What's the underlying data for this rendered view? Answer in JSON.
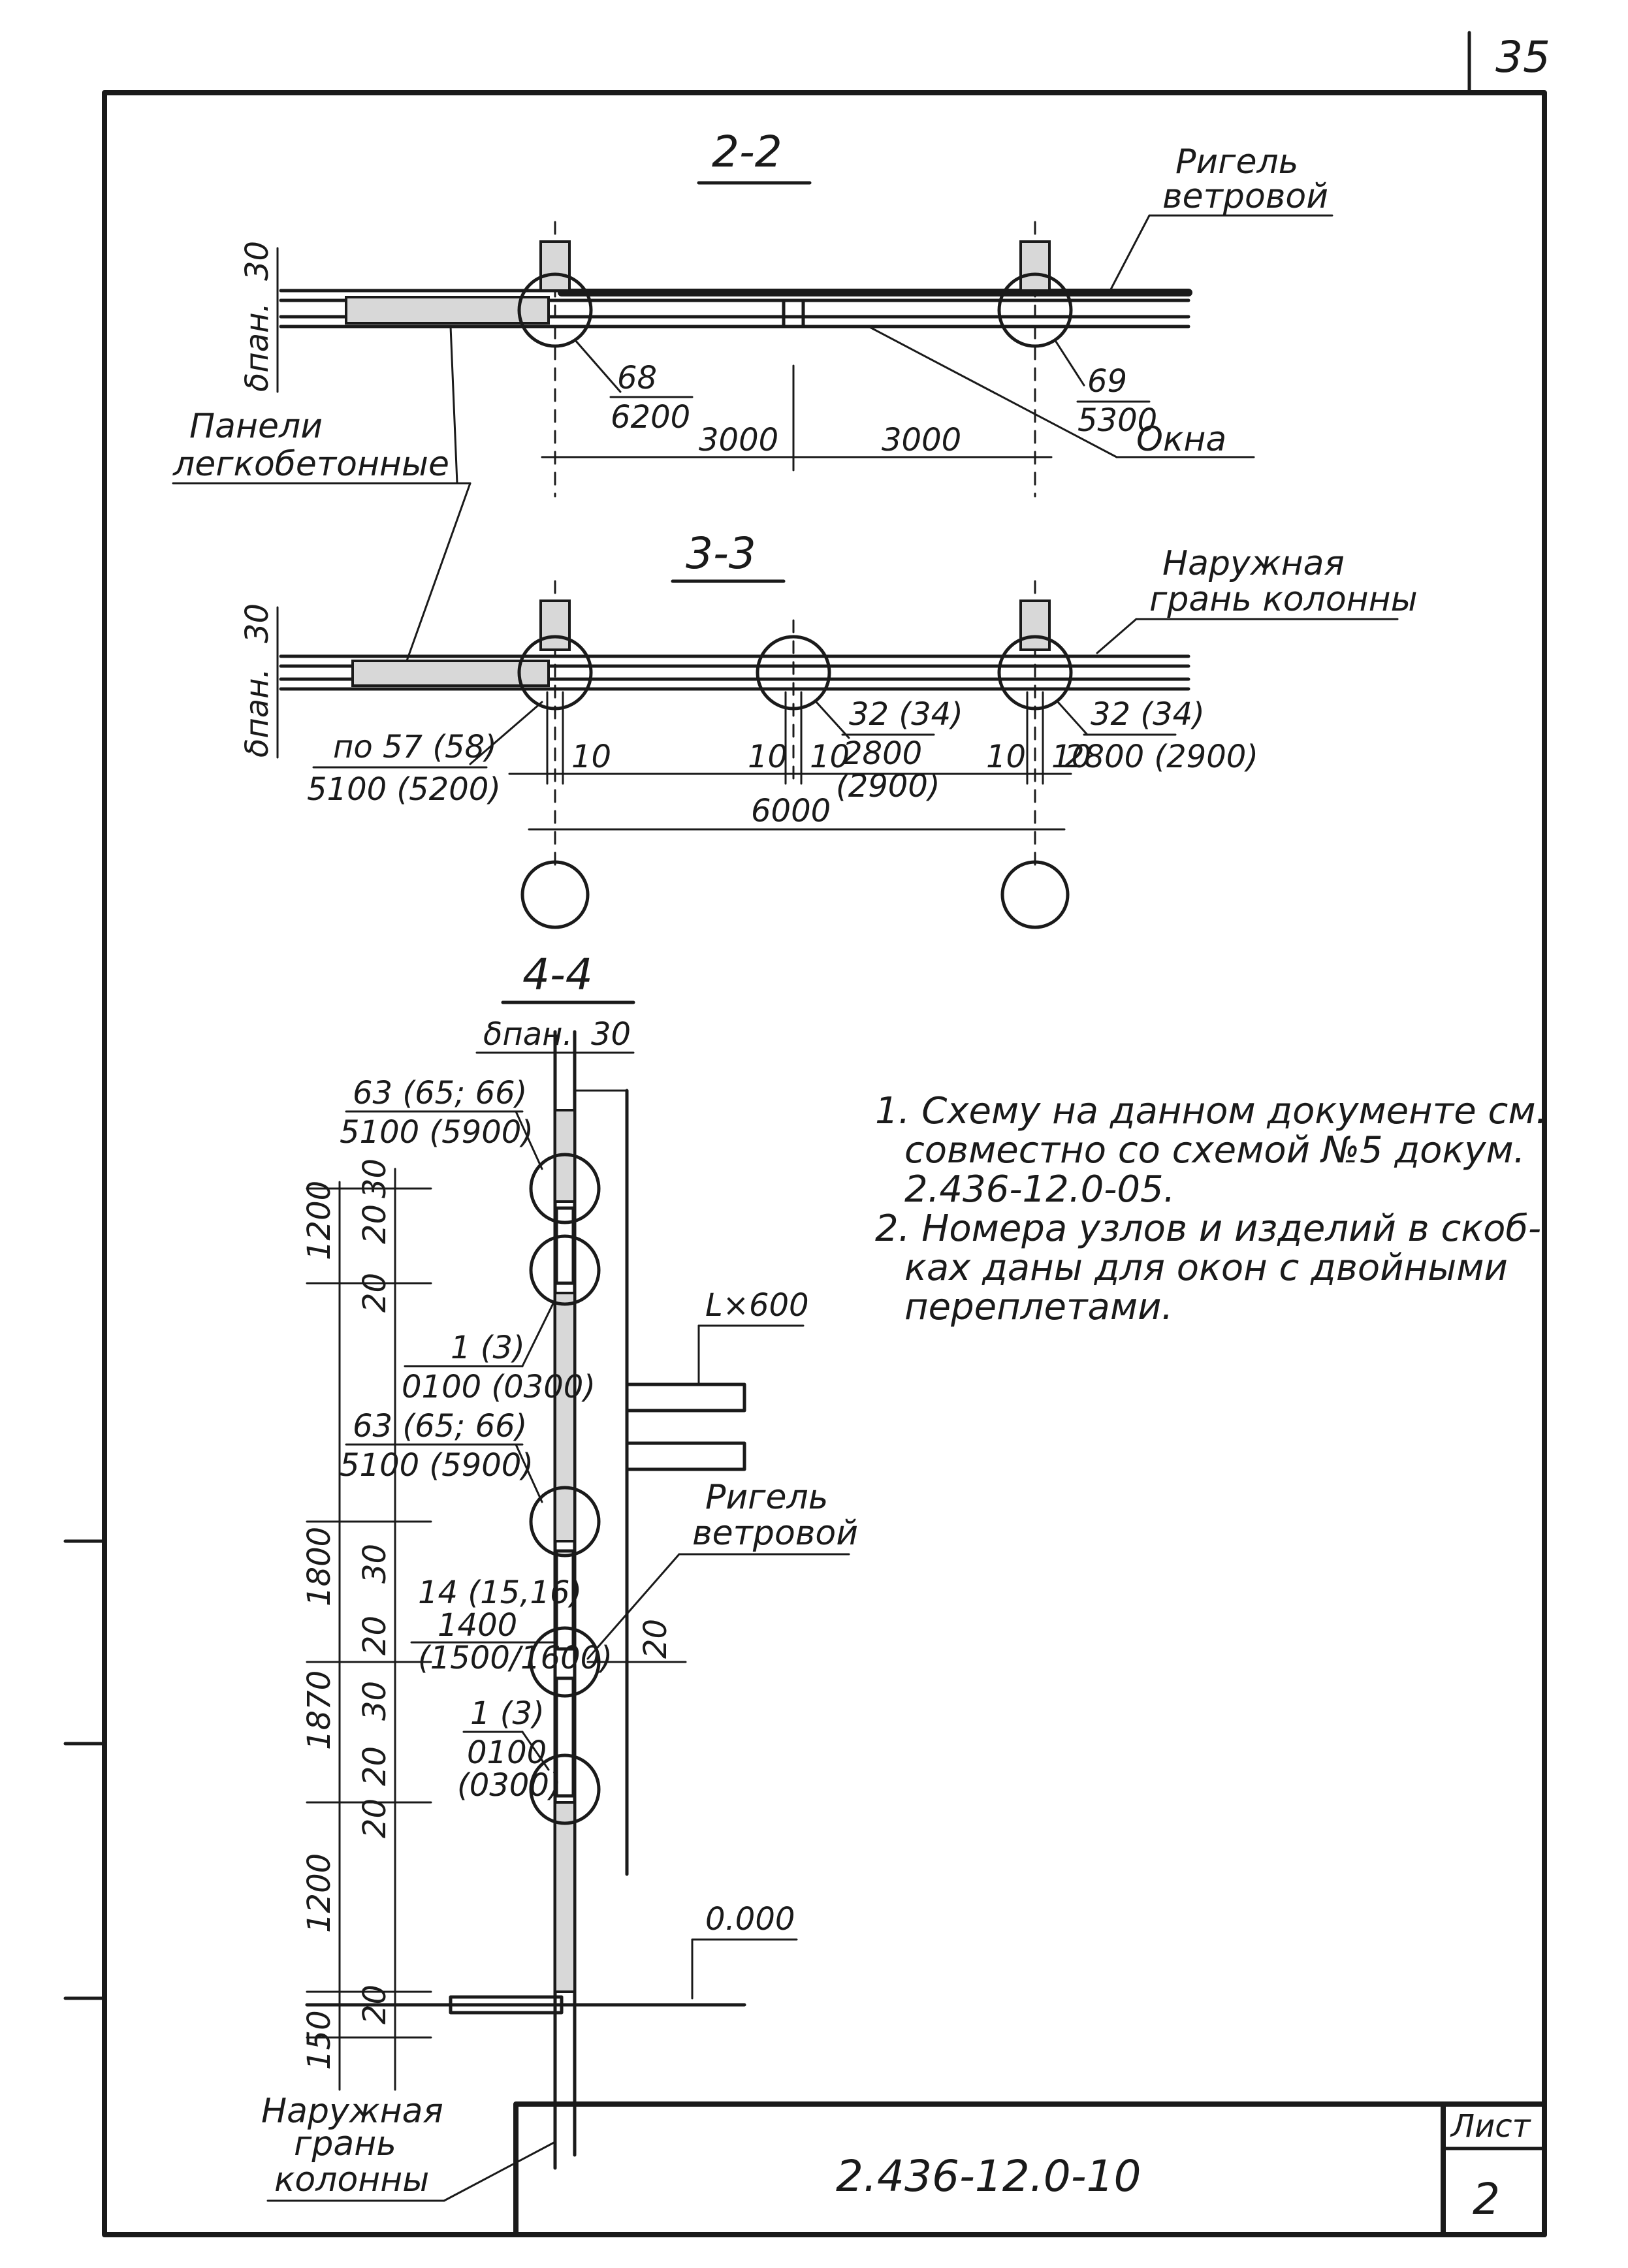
{
  "page_number": "35",
  "sections": {
    "s22": {
      "title": "2-2",
      "label_rigel": "Ригель ветровой",
      "label_panels": "Панели легкобетонные",
      "label_windows": "Окна",
      "label_30": "30",
      "label_b": "δпан.",
      "node_left_top": "68",
      "node_left_bottom": "6200",
      "node_right_top": "69",
      "node_right_bottom": "5300",
      "dim_left": "3000",
      "dim_right": "3000"
    },
    "s33": {
      "title": "3-3",
      "label_face": "Наружная грань колонны",
      "label_30": "30",
      "label_b": "δпан.",
      "node_left_top": "по 57 (58)",
      "node_left_bottom": "5100 (5200)",
      "node_mid_top": "32 (34)",
      "node_mid_bottom1": "2800",
      "node_mid_bottom2": "(2900)",
      "node_right_top": "32 (34)",
      "node_right_bottom": "2800 (2900)",
      "d10_a": "10",
      "d10_b": "10",
      "d10_c": "10",
      "d10_d": "10",
      "d10_e": "10",
      "dim_total": "6000"
    },
    "s44": {
      "title": "4-4",
      "label_b": "δпан.",
      "label_30": "30",
      "n1_top": "63 (65; 66)",
      "n1_bottom": "5100 (5900)",
      "n2_top": "1 (3)",
      "n2_bottom": "0100 (0300)",
      "n3_top": "63 (65; 66)",
      "n3_bottom": "5100 (5900)",
      "n4_top": "14 (15,16)",
      "n4_mid": "1400",
      "n4_bottom": "(1500/1600)",
      "n5_top": "1 (3)",
      "n5_mid": "0100",
      "n5_bottom": "(0300)",
      "label_rigel": "Ригель ветровой",
      "label_lx600": "L×600",
      "label_zero": "0.000",
      "label_face": "Наружная грань колонны",
      "dims": [
        "1200",
        "1800",
        "1870",
        "1200",
        "150"
      ],
      "smalldims": [
        "30",
        "20",
        "20",
        "30",
        "20",
        "30",
        "20",
        "20",
        "20"
      ]
    }
  },
  "notes": [
    "1. Схему на данном документе см.",
    "совместно со схемой №5 докум.",
    "2.436-12.0-05.",
    "2. Номера узлов и изделий в скоб-",
    "ках даны для окон с двойными",
    "переплетами."
  ],
  "stamp": {
    "code": "2.436-12.0-10",
    "sheet_label": "Лист",
    "sheet_number": "2"
  }
}
